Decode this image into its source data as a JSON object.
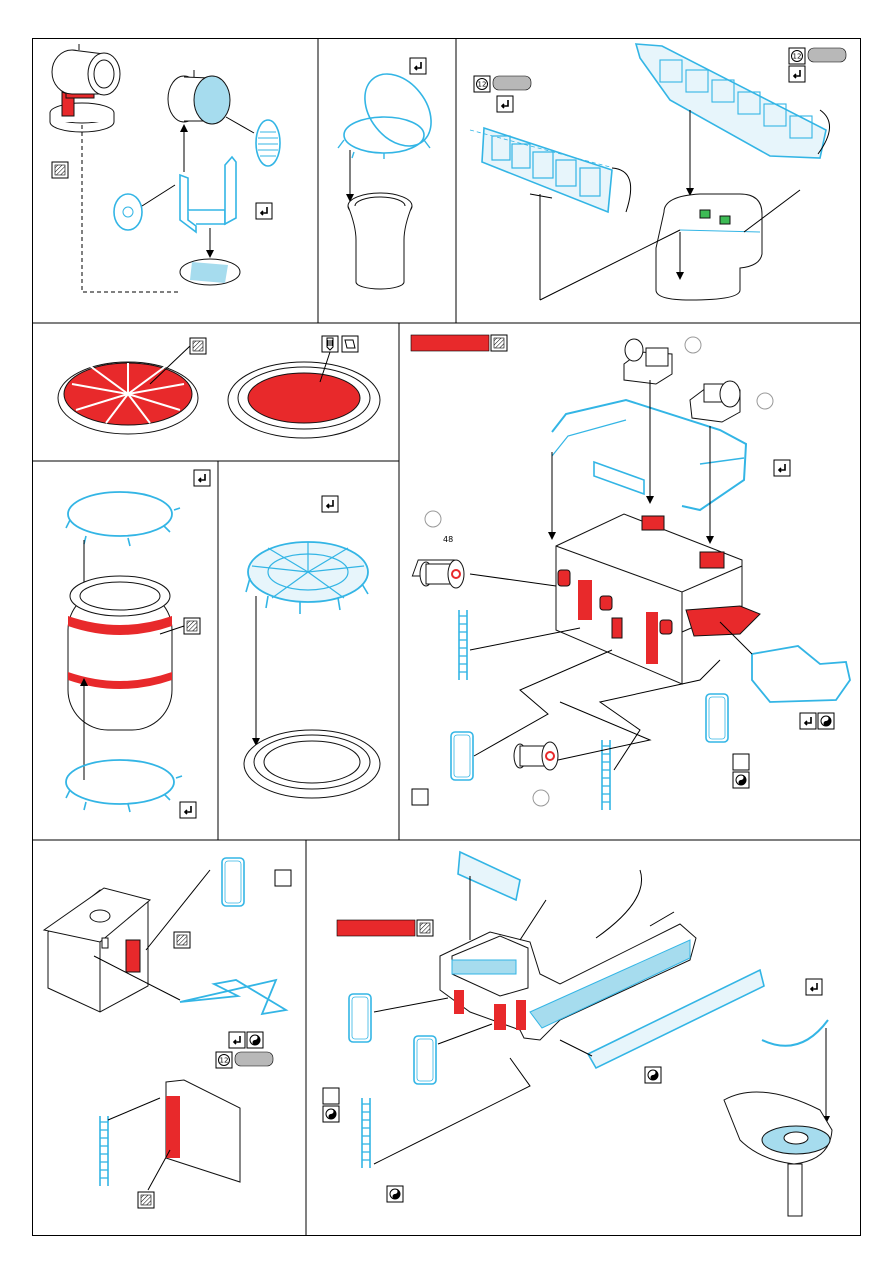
{
  "sheet": {
    "background": "#ffffff",
    "colors": {
      "border": "#000000",
      "etched_part": "#33b5e5",
      "painted_part": "#e8292b",
      "model_part_fill": "#ffffff",
      "model_part_edge": "#111111",
      "badge_grey": "#b8b8b8"
    }
  },
  "panels": [
    {
      "id": "searchlight",
      "symbols": [
        "paint-swatch-icon",
        "fold-icon"
      ]
    },
    {
      "id": "lamp-cover",
      "symbols": [
        "fold-icon"
      ]
    },
    {
      "id": "radar-screens",
      "symbols": [
        "part-badge-icon",
        "fold-icon",
        "part-badge-icon",
        "fold-icon"
      ]
    },
    {
      "id": "oval-hatches",
      "symbols": [
        "paint-swatch-icon",
        "glue-tube-icon",
        "glass-icon"
      ]
    },
    {
      "id": "oval-funnel",
      "symbols": [
        "fold-icon",
        "paint-swatch-icon",
        "fold-icon"
      ]
    },
    {
      "id": "oval-cage",
      "symbols": [
        "fold-icon"
      ]
    },
    {
      "id": "deckhouse-main",
      "symbols": [
        "paint-swatch-icon",
        "fold-icon",
        "fold-icon",
        "bend-icon",
        "bend-icon"
      ]
    },
    {
      "id": "small-house",
      "symbols": [
        "paint-swatch-icon",
        "fold-icon",
        "bend-icon",
        "part-badge-icon",
        "paint-swatch-icon"
      ]
    },
    {
      "id": "bridge-assembly",
      "symbols": [
        "paint-swatch-icon",
        "fold-icon",
        "bend-icon",
        "bend-icon",
        "bend-icon"
      ]
    }
  ],
  "labels": {
    "reel_mark": "48"
  }
}
